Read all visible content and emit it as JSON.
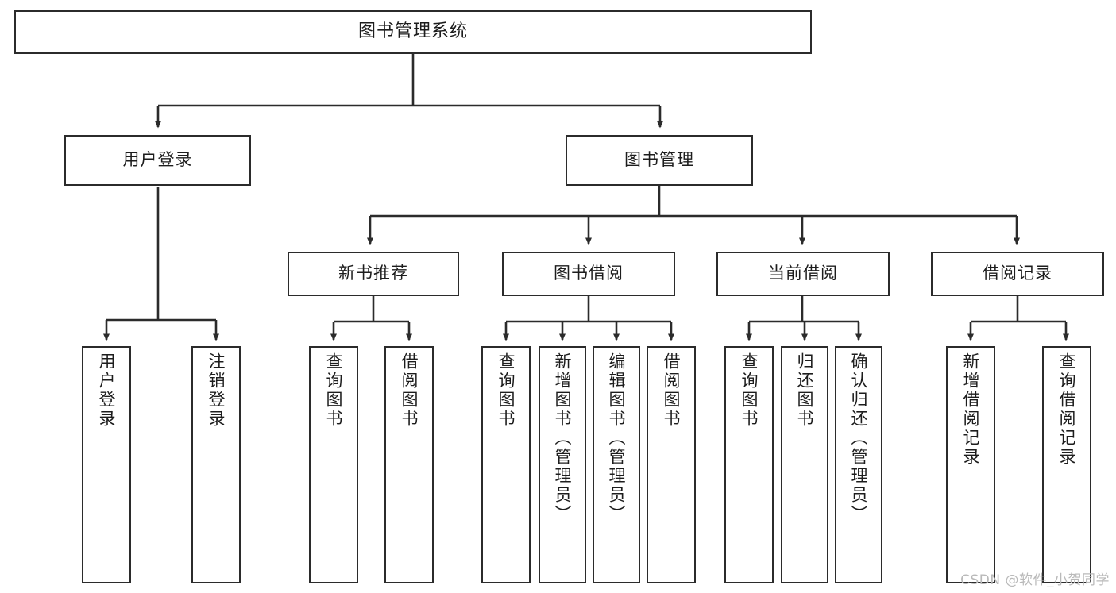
{
  "diagram": {
    "title": "图书管理系统",
    "type": "tree",
    "watermark": "CSDN @软件_小贺同学",
    "colors": {
      "stroke": "#2b2b2b",
      "fill": "#ffffff",
      "text": "#1d1d1d",
      "watermark": "#b9b9b9"
    },
    "nodes": {
      "root": {
        "label": "图书管理系统"
      },
      "level1": [
        {
          "id": "user-login",
          "label": "用户登录"
        },
        {
          "id": "book-manage",
          "label": "图书管理"
        }
      ],
      "level2": [
        {
          "id": "new-book-rec",
          "label": "新书推荐"
        },
        {
          "id": "book-borrow",
          "label": "图书借阅"
        },
        {
          "id": "current-borrow",
          "label": "当前借阅"
        },
        {
          "id": "borrow-record",
          "label": "借阅记录"
        }
      ],
      "leaves": {
        "user_login": [
          {
            "id": "leaf-user-login",
            "label": "用户登录"
          },
          {
            "id": "leaf-logout",
            "label": "注销登录"
          }
        ],
        "new_book_rec": [
          {
            "id": "leaf-query-book-1",
            "label": "查询图书"
          },
          {
            "id": "leaf-borrow-book-1",
            "label": "借阅图书"
          }
        ],
        "book_borrow": [
          {
            "id": "leaf-query-book-2",
            "label": "查询图书"
          },
          {
            "id": "leaf-add-book",
            "label": "新增图书（管理员）"
          },
          {
            "id": "leaf-edit-book",
            "label": "编辑图书（管理员）"
          },
          {
            "id": "leaf-borrow-book-2",
            "label": "借阅图书"
          }
        ],
        "current_borrow": [
          {
            "id": "leaf-query-book-3",
            "label": "查询图书"
          },
          {
            "id": "leaf-return-book",
            "label": "归还图书"
          },
          {
            "id": "leaf-confirm-return",
            "label": "确认归还（管理员）"
          }
        ],
        "borrow_record": [
          {
            "id": "leaf-add-record",
            "label": "新增借阅记录"
          },
          {
            "id": "leaf-query-record",
            "label": "查询借阅记录"
          }
        ]
      }
    }
  }
}
